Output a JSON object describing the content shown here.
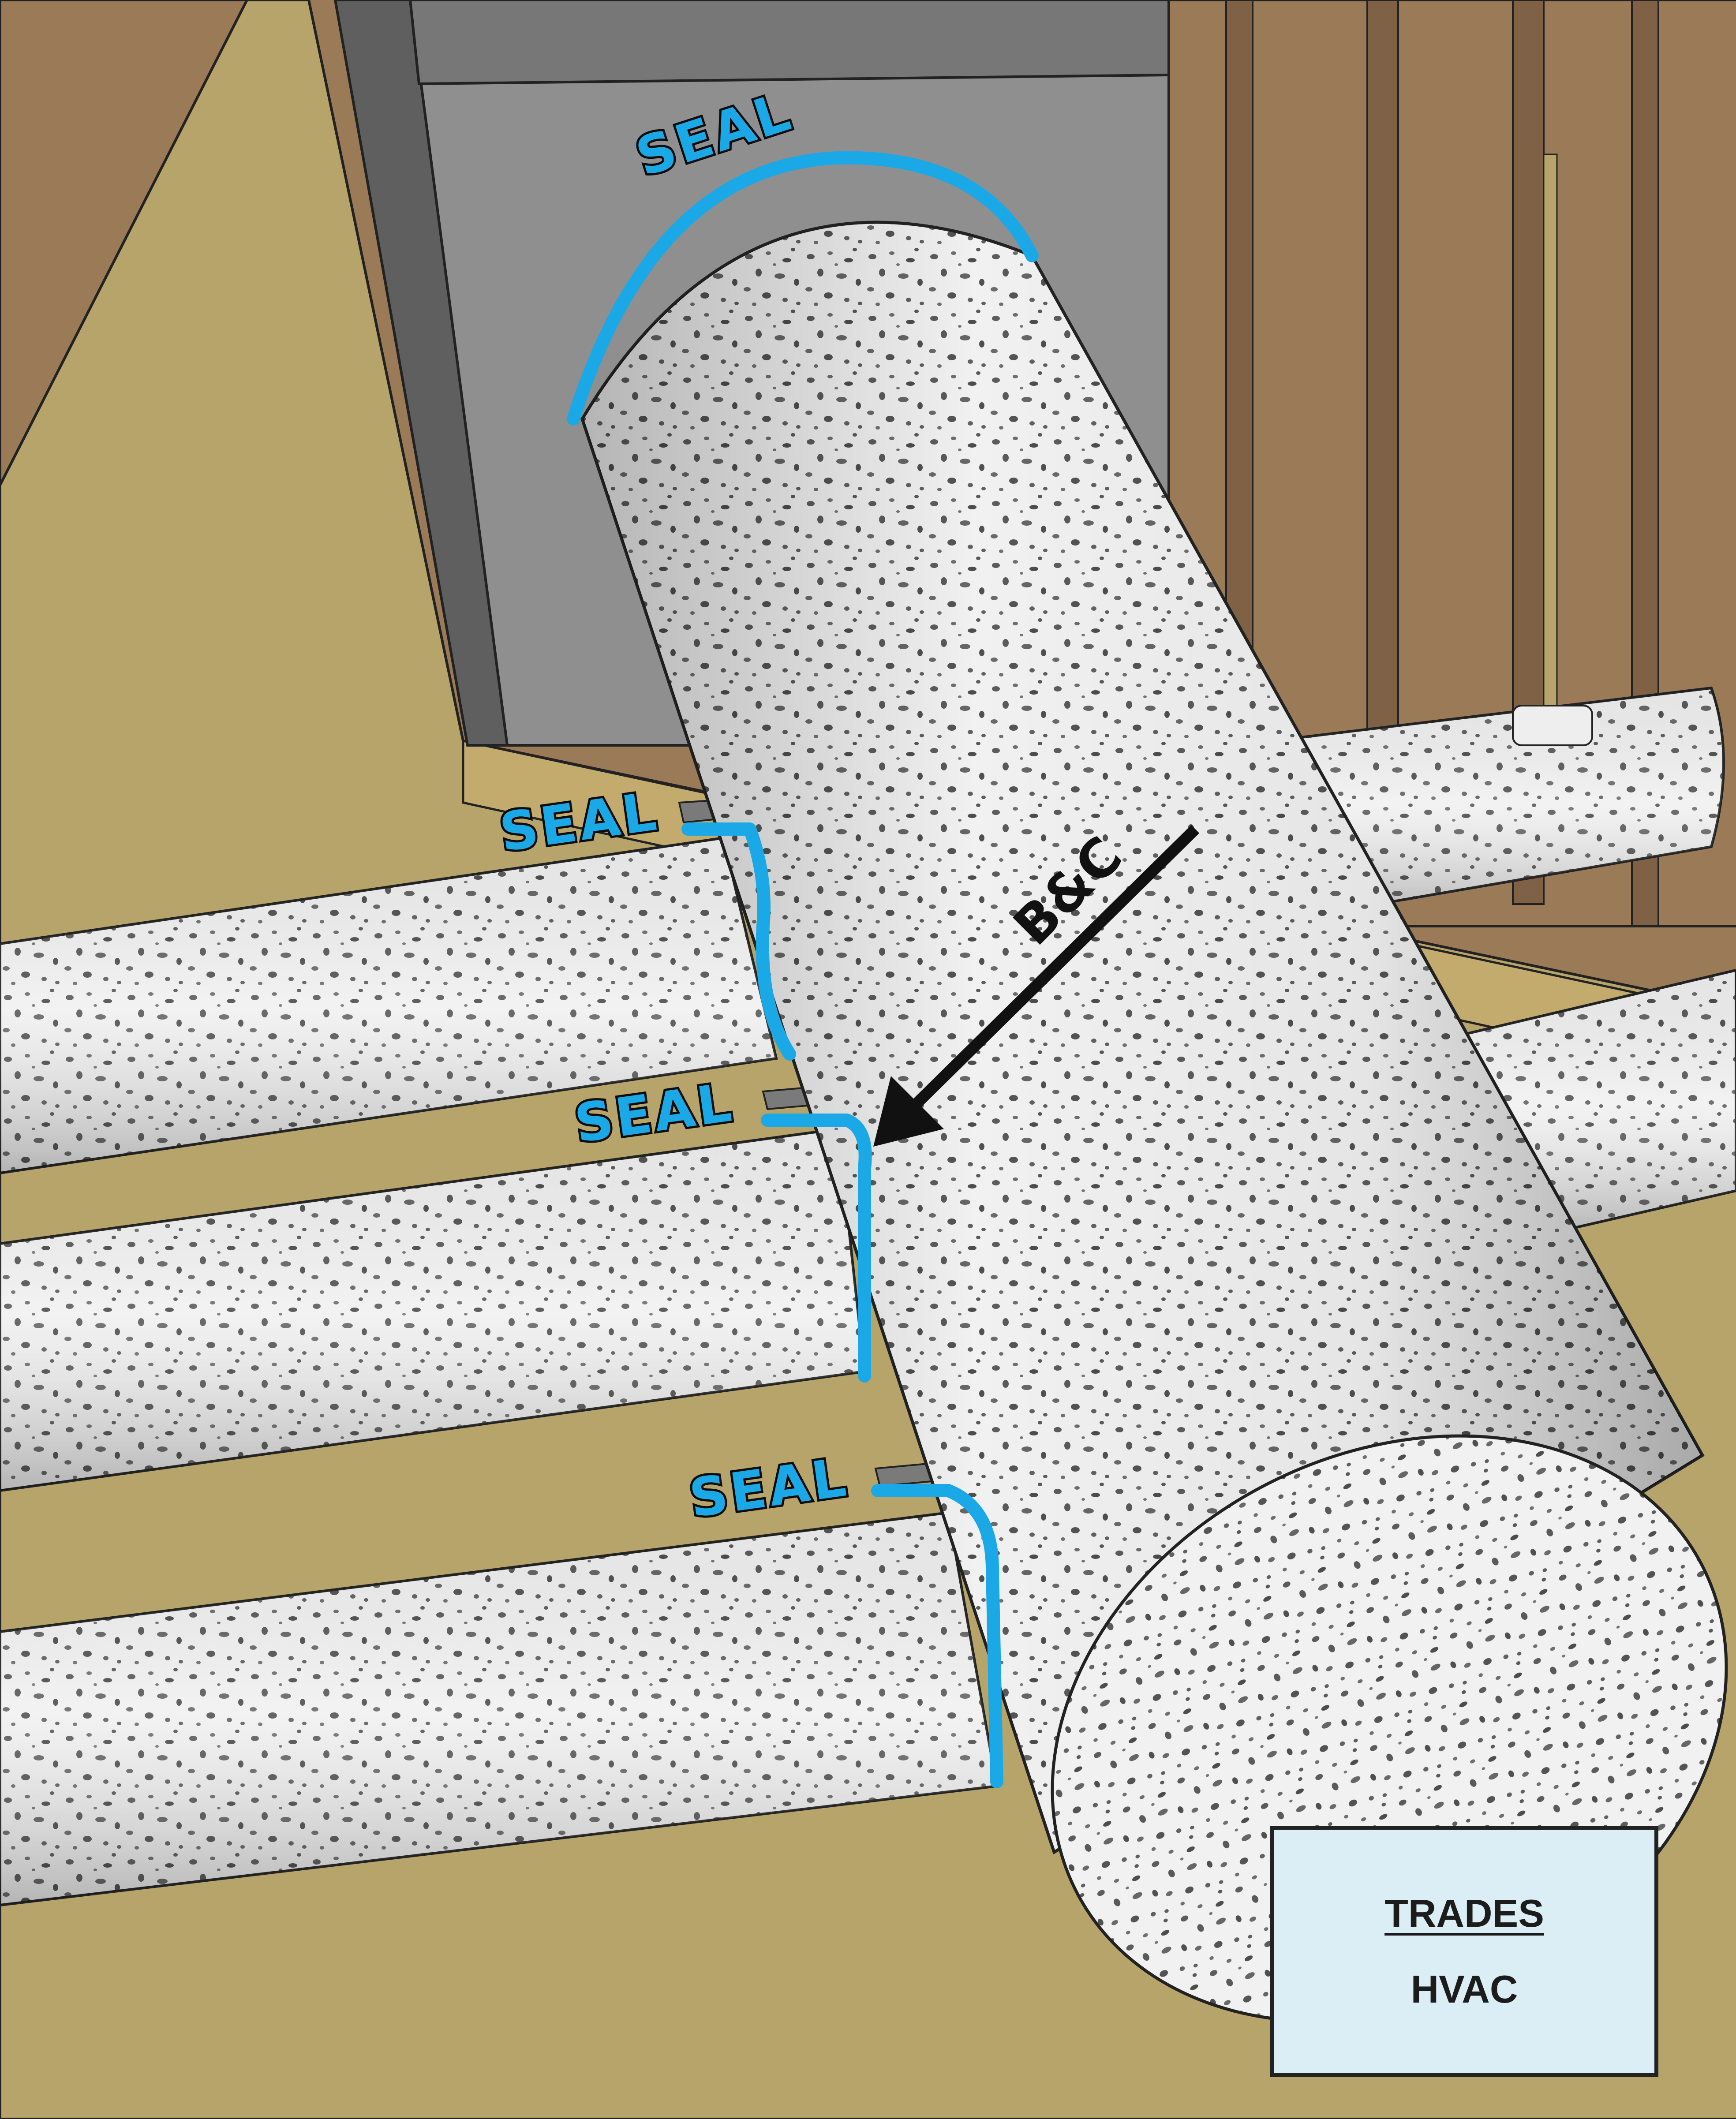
{
  "diagram": {
    "labels": {
      "seal_top": "SEAL",
      "seal_upper": "SEAL",
      "seal_middle": "SEAL",
      "seal_lower": "SEAL",
      "arrow_label": "B&C"
    },
    "legend_box": {
      "title": "TRADES",
      "value": "HVAC"
    },
    "colors": {
      "seal_line": "#1aa8e6",
      "wood": "#9b7a57",
      "osb": "#b7a46a",
      "duct_gray": "#8c8c8c",
      "insulation_speckle": "#5c5c5c",
      "legend_bg": "#dbeef5"
    }
  }
}
